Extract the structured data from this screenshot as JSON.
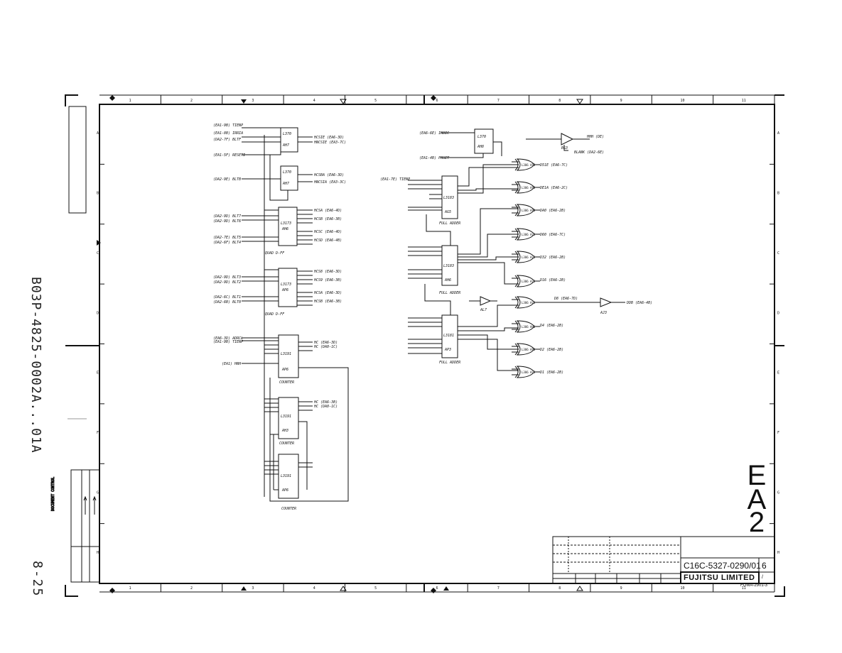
{
  "sheet": {
    "document_number": "B03P-4825-0002A...01A",
    "page_number": "8-25",
    "ea_letters": [
      "E",
      "A",
      "2"
    ],
    "zone_numbers": [
      "1",
      "2",
      "3",
      "4",
      "5",
      "6",
      "7",
      "8",
      "9",
      "10",
      "11"
    ],
    "zone_letters": [
      "A",
      "B",
      "C",
      "D",
      "E",
      "F",
      "G",
      "H"
    ]
  },
  "title_block": {
    "drawing_number": "C16C-5327-0290/01",
    "sheet": "6",
    "company": "FUJITSU LIMITED",
    "form": "FOMA-2901-3",
    "rev": "/"
  },
  "schematic": {
    "inputs_left": [
      "(EA1-9B) TIENP",
      "(EA1-8B) IRRIA",
      "(DA2-7F) BLTF",
      "(EA1-5F) RESETI",
      "(DA2-9E) BLTB",
      "(DA2-9D) BLT7",
      "(DA2-9D) BLT6",
      "(DA2-7E) BLT5",
      "(DA2-6F) BLT4",
      "(DA2-9D) BLT3",
      "(DA2-9D) BLT2",
      "(DA2-6C) BLT1",
      "(DA2-6B) BLT0",
      "(EA6-3D) ADRCL",
      "(EA1-9B) TIENP",
      "(EA1) HNH"
    ],
    "outputs_left": [
      "HCSIE (EA6-3D)",
      "HNCSIE (EA3-7C)",
      "HCSBA (EA6-3D)",
      "HNCSIA (EA3-3C)",
      "HCSA (EA6-4D)",
      "HCSB (EA6-3B)",
      "HCSC (EA6-4D)",
      "HCSD (EA6-4B)",
      "HCS8 (EA6-3D)",
      "HCS9 (EA6-3B)",
      "HCSA (EA6-3D)",
      "HCSB (EA6-3B)",
      "HC (EA6-3D)",
      "HC (DA0-1C)",
      "HC (EA6-3B)",
      "HC (DA0-1C)"
    ],
    "inputs_right": [
      "(EA6-6E) IRBIC",
      "(EA1-4B) PRSET",
      "(EA1-7E) TIENP"
    ],
    "outputs_right": [
      "D51E (EA6-7C)",
      "DE1A (EA6-2C)",
      "DA0 (EA6-2B)",
      "D60 (EA6-7C)",
      "D32 (EA6-2B)",
      "D16 (EA6-2B)",
      "D8 (EA6-7D)",
      "D4 (EA6-2B)",
      "D2 (EA6-2B)",
      "D1 (EA6-2B)",
      "DDB (EA6-4B)",
      "HHH (DE)",
      "BLANK (DA2-6E)"
    ],
    "block_labels": {
      "quad_dff_1": "QUAD D-FF",
      "quad_dff_2": "QUAD D-FF",
      "counter_1": "COUNTER",
      "counter_2": "COUNTER",
      "counter_3": "COUNTER",
      "adder_1": "FULL ADDER",
      "adder_2": "FULL ADDER",
      "adder_3": "FULL ADDER"
    },
    "ic_labels": {
      "ff1": "L370 AH7",
      "ff2": "L370 AH7",
      "q1": "L3173 AH6",
      "q2": "L3173 AP6",
      "c1": "L3191 AP6",
      "c2": "L3191 AH3",
      "c3": "L3191 AP6",
      "a1": "L3183 AG5",
      "a2": "L3183 AH6",
      "a3": "L3181 AP3",
      "ff3": "L370 AH8"
    },
    "gate_labels": [
      "L386 AP3",
      "L386 AP3",
      "L386 AP3",
      "L386 ALG",
      "L386 ALG",
      "L386 ALG",
      "L386 ALG",
      "L386 AH6",
      "L386 AP3",
      "L386 ALG"
    ],
    "buffer_labels": [
      "BG3",
      "AL7",
      "AJ3"
    ]
  }
}
